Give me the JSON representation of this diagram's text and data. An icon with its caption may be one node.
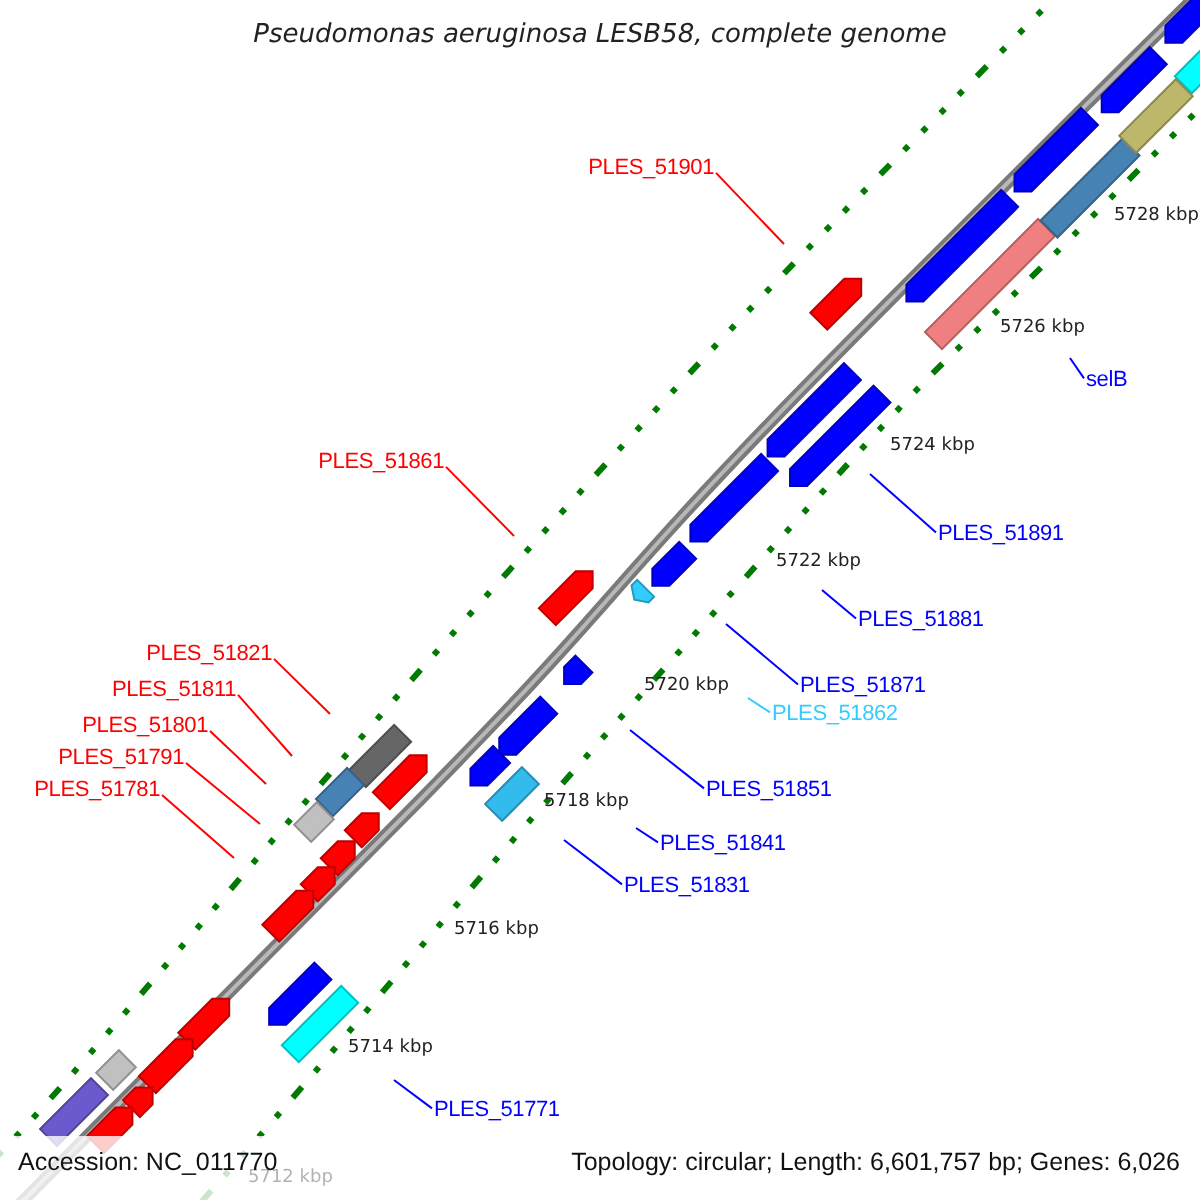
{
  "diagram": {
    "title": "Pseudomonas aeruginosa LESB58, complete genome",
    "nodes": [
      {
        "text": [
          "PLES_51901"
        ]
      },
      {
        "text": [
          "selB"
        ]
      },
      {
        "text": [
          "PLES_51861"
        ]
      },
      {
        "text": [
          "PLES_51891"
        ]
      },
      {
        "text": [
          "PLES_51881"
        ]
      },
      {
        "text": [
          "PLES_51821"
        ]
      },
      {
        "text": [
          "PLES_51871"
        ]
      },
      {
        "text": [
          "PLES_51811"
        ]
      },
      {
        "text": [
          "PLES_51862"
        ]
      },
      {
        "text": [
          "PLES_51801"
        ]
      },
      {
        "text": [
          "PLES_51791"
        ]
      },
      {
        "text": [
          "PLES_51851"
        ]
      },
      {
        "text": [
          "PLES_51781"
        ]
      },
      {
        "text": [
          "PLES_51841"
        ]
      },
      {
        "text": [
          "PLES_51831"
        ]
      },
      {
        "text": [
          "PLES_51771"
        ]
      }
    ],
    "edges": [
      {
        "from": 0,
        "to": null,
        "arrow": "none",
        "color": "#ff0000"
      },
      {
        "from": 1,
        "to": null,
        "arrow": "none"
      },
      {
        "from": 2,
        "to": null,
        "arrow": "none",
        "color": "#ff0000"
      },
      {
        "from": 3,
        "to": null,
        "arrow": "none"
      },
      {
        "from": 4,
        "to": null,
        "arrow": "none"
      },
      {
        "from": 5,
        "to": null,
        "arrow": "none",
        "color": "#ff0000"
      },
      {
        "from": 6,
        "to": null,
        "arrow": "none"
      },
      {
        "from": 7,
        "to": null,
        "arrow": "none",
        "color": "#ff0000"
      },
      {
        "from": 8,
        "to": null,
        "arrow": "none",
        "color": "#33ccff"
      },
      {
        "from": 9,
        "to": null,
        "arrow": "none",
        "color": "#ff0000"
      },
      {
        "from": 10,
        "to": null,
        "arrow": "none",
        "color": "#ff0000"
      },
      {
        "from": 11,
        "to": null,
        "arrow": "none"
      },
      {
        "from": 12,
        "to": null,
        "arrow": "none",
        "color": "#ff0000"
      },
      {
        "from": 13,
        "to": null,
        "arrow": "none"
      },
      {
        "from": 14,
        "to": null,
        "arrow": "none"
      },
      {
        "from": 15,
        "to": null,
        "arrow": "none"
      }
    ],
    "labels": [
      "5728 kbp",
      "5726 kbp",
      "5724 kbp",
      "5722 kbp",
      "5720 kbp",
      "5718 kbp",
      "5716 kbp",
      "5714 kbp",
      "5712 kbp",
      "Accession: NC_011770",
      "Topology: circular; Length: 6,601,757 bp; Genes: 6,026"
    ]
  }
}
